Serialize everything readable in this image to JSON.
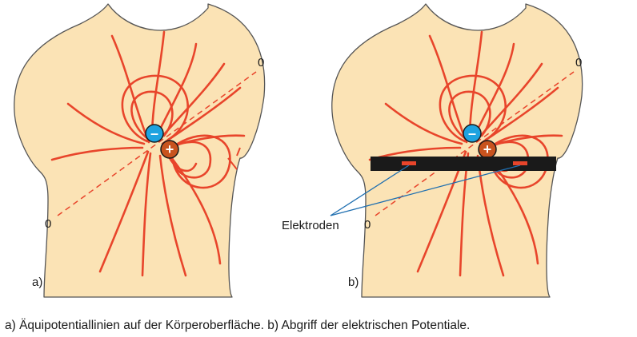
{
  "panels": [
    {
      "label": "a)",
      "zero_top": "0",
      "zero_bottom": "0",
      "neg_symbol": "–",
      "pos_symbol": "+"
    },
    {
      "label": "b)",
      "zero_top": "0",
      "zero_bottom": "0",
      "neg_symbol": "–",
      "pos_symbol": "+",
      "electrodes_label": "Elektroden"
    }
  ],
  "caption": "a) Äquipotentiallinien auf der Körperoberfläche. b) Abgriff der elektrischen Potentiale.",
  "colors": {
    "skin": "#fbe3b5",
    "field_lines": "#e8452b",
    "negative_pole": "#1ea3e0",
    "positive_pole": "#c8531e",
    "belt": "#1a1a1a",
    "electrode_leader": "#1f6fb0"
  }
}
